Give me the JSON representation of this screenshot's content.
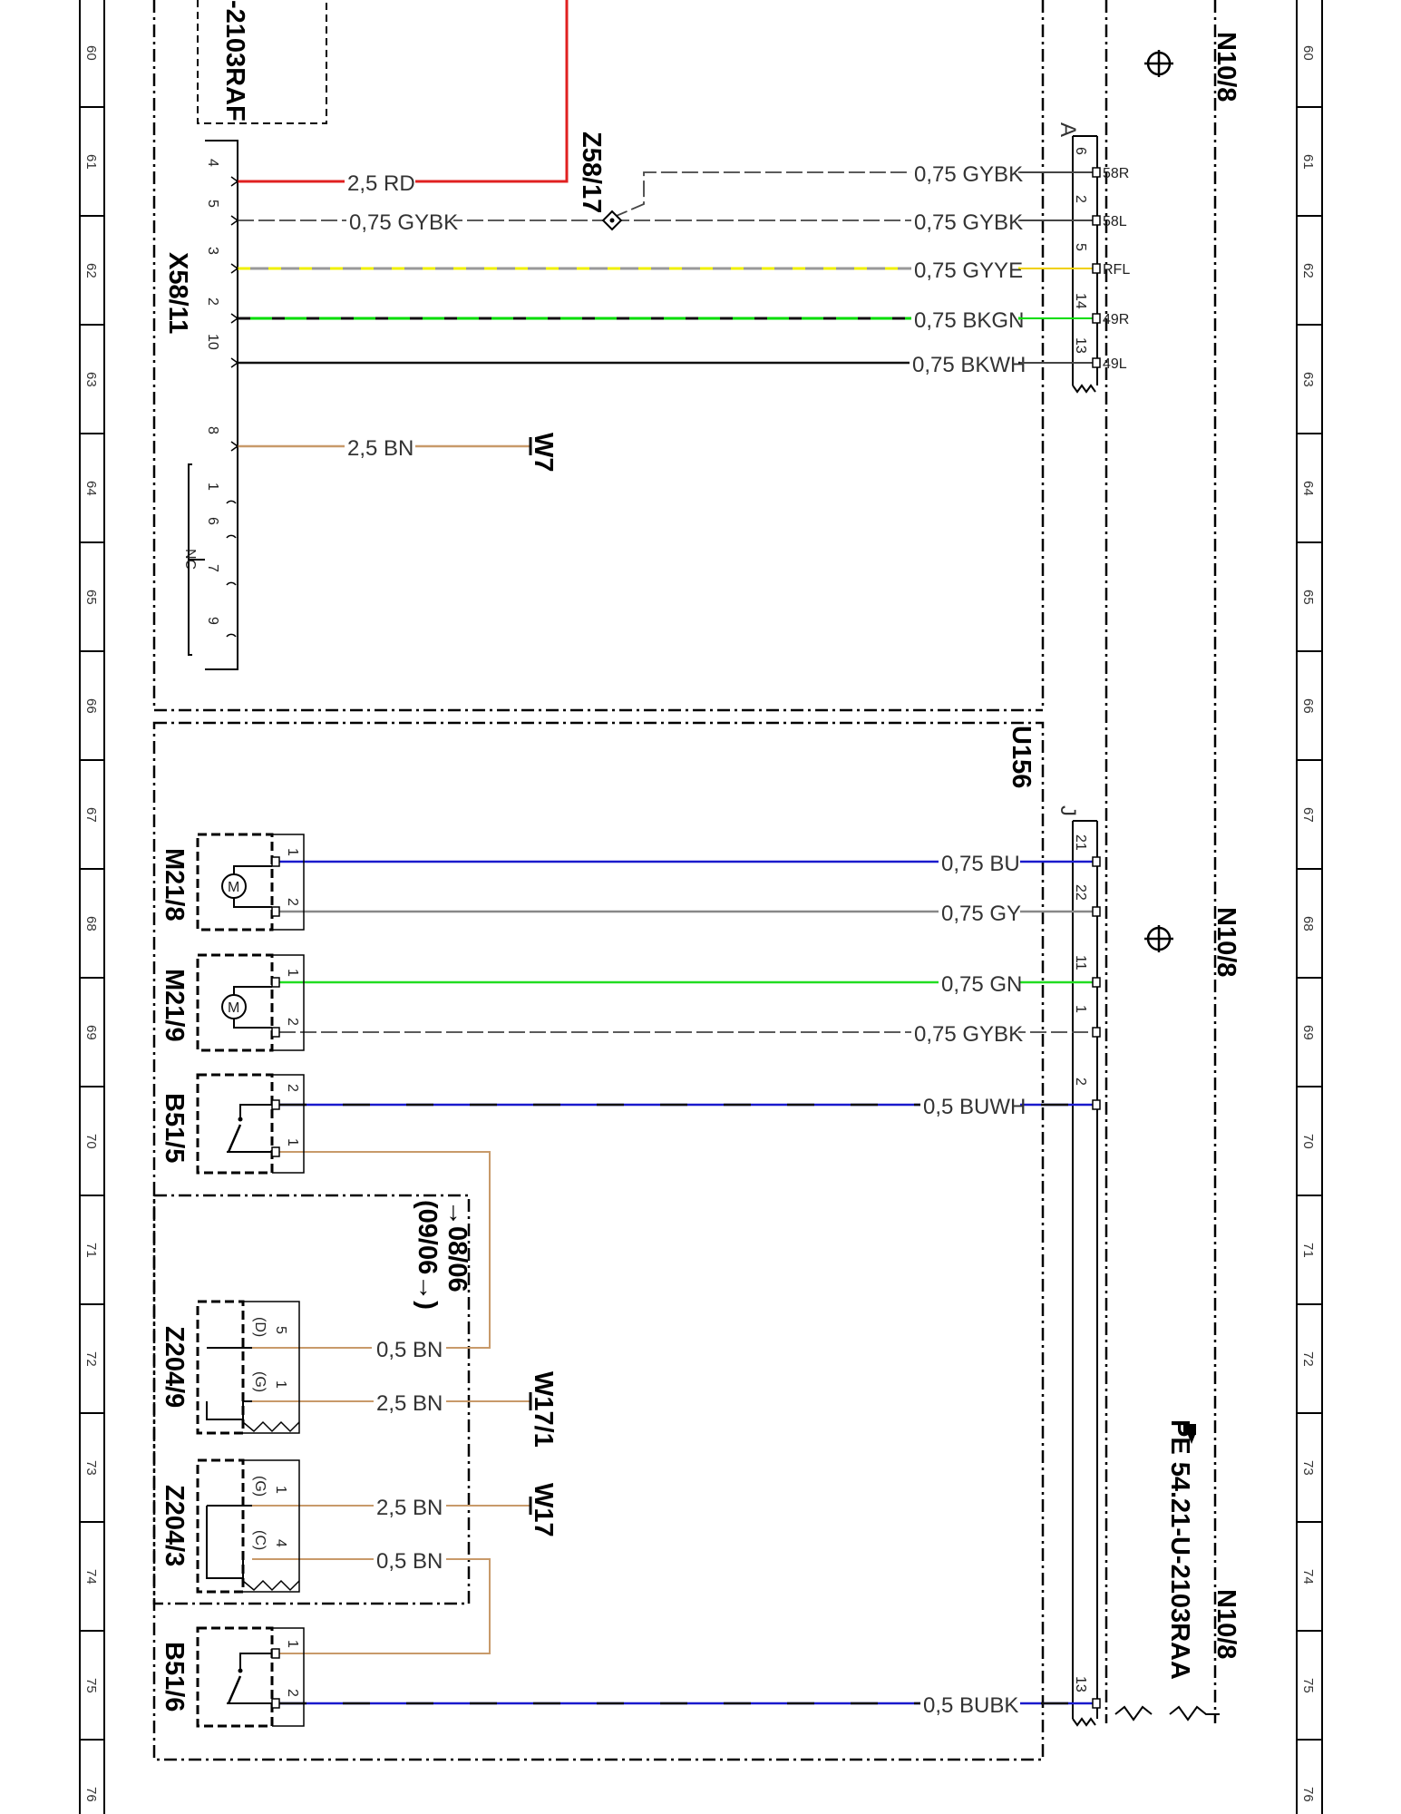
{
  "ruler": {
    "labels": [
      "60",
      "61",
      "62",
      "63",
      "64",
      "65",
      "66",
      "67",
      "68",
      "69",
      "70",
      "71",
      "72",
      "73",
      "74",
      "75",
      "76"
    ]
  },
  "components": {
    "top_fragment": "-2103RAF",
    "connector_x58": "X58/11",
    "splice_z58": "Z58/17",
    "ground_w7": "W7",
    "unit_u156": "U156",
    "motor_m21_8": "M21/8",
    "motor_m21_9": "M21/9",
    "switch_b51_5": "B51/5",
    "switch_b51_6": "B51/6",
    "splice_z204_9": "Z204/9",
    "splice_z204_3": "Z204/3",
    "ground_w17_1": "W17/1",
    "ground_w17": "W17",
    "module_n10_8_a": "N10/8",
    "module_n10_8_b": "N10/8",
    "module_n10_8_c": "N10/8",
    "ref_pe": "PE 54.21-U-2103RAA",
    "date_range_a": "→08/06",
    "date_range_b": "(09/06→)",
    "nc_label": "NC",
    "conn_a": "A",
    "conn_j": "J"
  },
  "x58_pins": [
    "4",
    "5",
    "3",
    "2",
    "10",
    "8",
    "1",
    "6",
    "7",
    "9"
  ],
  "wires_top": [
    {
      "label": "2,5  RD",
      "color": "#e02020"
    },
    {
      "label": "0,75  GYBK",
      "color": "#555555"
    },
    {
      "label": "0,75  GYBK",
      "color": "#555555"
    },
    {
      "label": "0,75  GYYE",
      "color": "#999999"
    },
    {
      "label": "0,75  BKGN",
      "color": "#00dd00"
    },
    {
      "label": "0,75  BKWH",
      "color": "#111111"
    },
    {
      "label": "2,5  BN",
      "color": "#c89a6a"
    }
  ],
  "n10_pins_a": [
    {
      "num": "6",
      "sig": "58R"
    },
    {
      "num": "2",
      "sig": "58L"
    },
    {
      "num": "5",
      "sig": "RFL"
    },
    {
      "num": "14",
      "sig": "49R"
    },
    {
      "num": "13",
      "sig": "49L"
    }
  ],
  "wires_bottom": [
    {
      "label": "0,75  BU",
      "color": "#1a1acc",
      "pin": "21"
    },
    {
      "label": "0,75  GY",
      "color": "#888888",
      "pin": "22"
    },
    {
      "label": "0,75  GN",
      "color": "#22dd22",
      "pin": "11"
    },
    {
      "label": "0,75  GYBK",
      "color": "#555555",
      "pin": "1"
    },
    {
      "label": "0,5  BUWH",
      "color": "#1a1acc",
      "pin": "2"
    },
    {
      "label": "0,5  BUBK",
      "color": "#1a1acc",
      "pin": "13"
    }
  ],
  "brown_wires": [
    {
      "label": "0,5  BN"
    },
    {
      "label": "2,5  BN"
    },
    {
      "label": "2,5  BN"
    },
    {
      "label": "0,5  BN"
    }
  ],
  "z204_9_pins": [
    {
      "pin": "5",
      "tag": "(D)"
    },
    {
      "pin": "1",
      "tag": "(G)"
    }
  ],
  "z204_3_pins": [
    {
      "pin": "1",
      "tag": "(G)"
    },
    {
      "pin": "4",
      "tag": "(C)"
    }
  ],
  "motor_pins": [
    "1",
    "2"
  ],
  "switch_b51_5_pins": [
    "2",
    "1"
  ],
  "switch_b51_6_pins": [
    "1",
    "2"
  ],
  "motor_symbol": "M"
}
